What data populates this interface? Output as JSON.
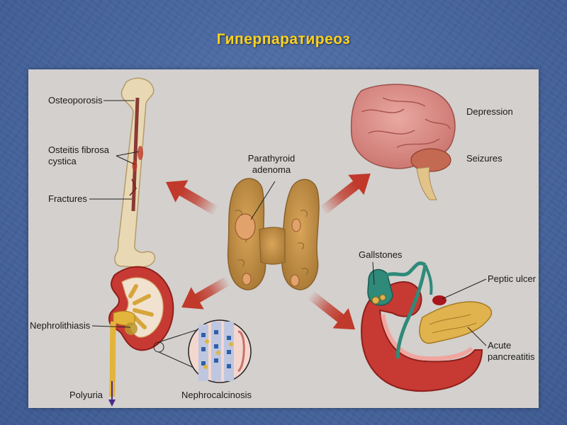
{
  "slide": {
    "title": "Гиперпаратиреоз"
  },
  "figure": {
    "center_label": "Parathyroid adenoma",
    "bone_labels": [
      "Osteoporosis",
      "Osteitis fibrosa cystica",
      "Fractures"
    ],
    "brain_labels": [
      "Depression",
      "Seizures"
    ],
    "kidney_labels": [
      "Nephrolithiasis",
      "Polyuria",
      "Nephrocalcinosis"
    ],
    "gi_labels": [
      "Gallstones",
      "Peptic ulcer",
      "Acute pancreatitis"
    ]
  },
  "colors": {
    "title": "#ffd21f",
    "background": "#4a68a0",
    "panel": "#d3d0cd",
    "arrow": "#c0392b"
  }
}
